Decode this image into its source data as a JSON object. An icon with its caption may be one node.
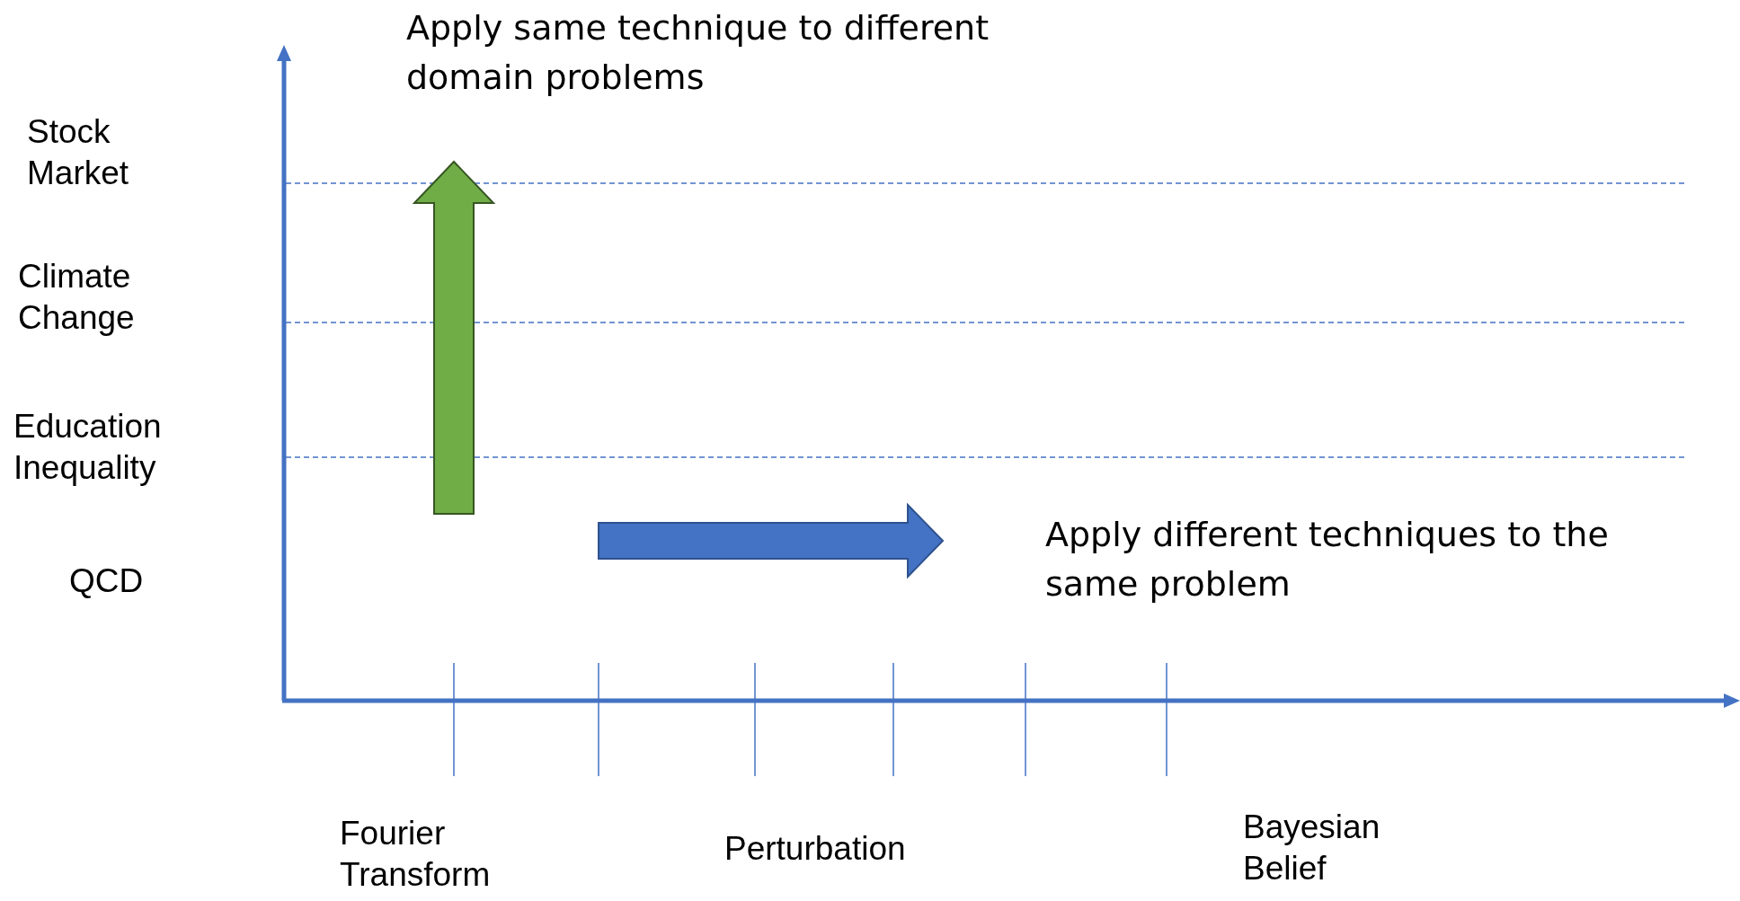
{
  "diagram": {
    "labels": [
      "Apply same technique to different domain problems",
      "Stock Market",
      "Climate Change",
      "Education Inequality",
      "Apply different techniques to the same problem",
      "QCD",
      "Fourier Transform",
      "Perturbation",
      "Bayesian Belief"
    ]
  }
}
